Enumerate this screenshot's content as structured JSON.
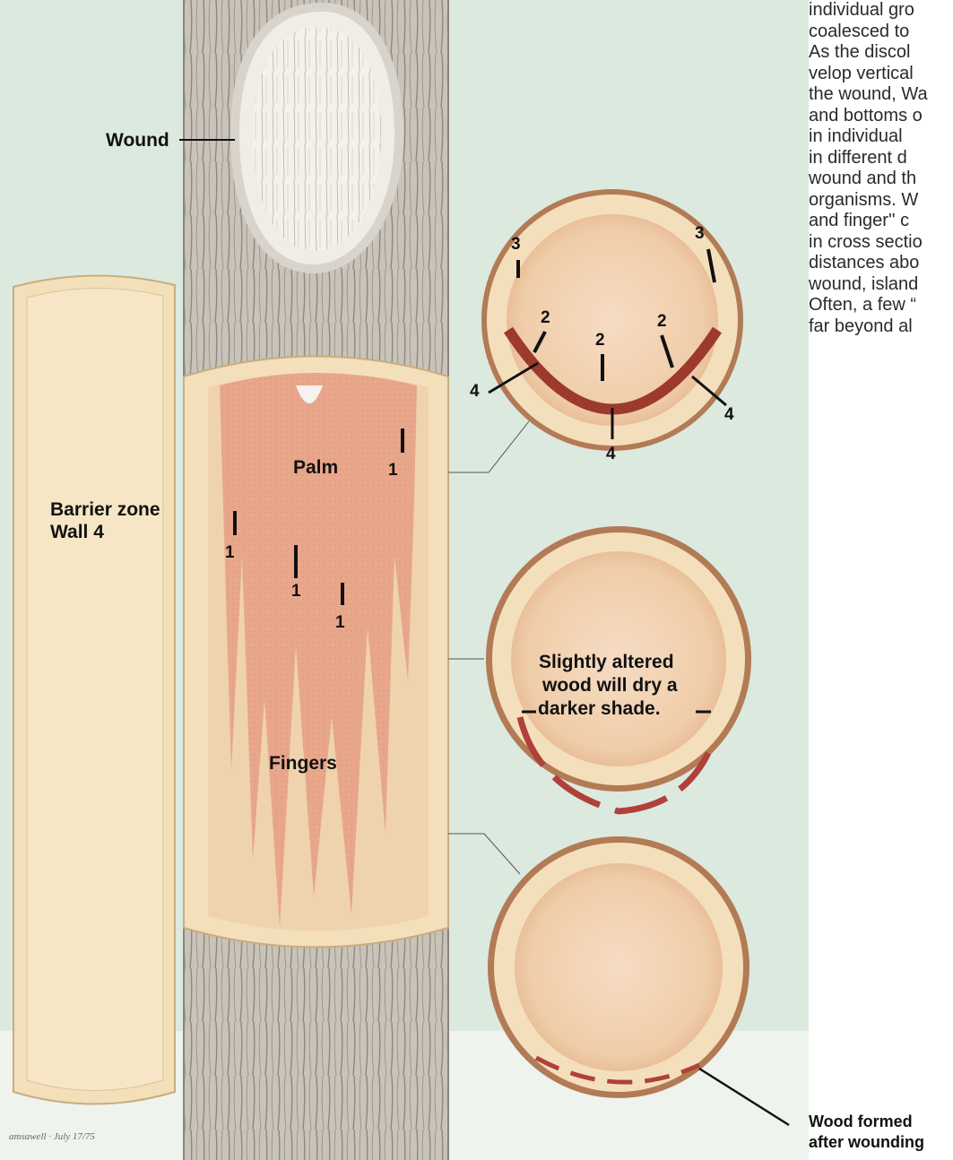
{
  "labels": {
    "wound": "Wound",
    "palm": "Palm",
    "fingers": "Fingers",
    "barrier_line1": "Barrier zone",
    "barrier_line2": "Wall 4",
    "slightly_line1": "Slightly altered",
    "slightly_line2": "wood will dry a",
    "slightly_line3": "darker shade.",
    "wall_1": "1",
    "wall_2": "2",
    "wall_3": "3",
    "wall_4": "4"
  },
  "text_column": [
    "individual gro",
    "coalesced to",
    "As the discol",
    "velop vertical",
    "the wound, Wa",
    "and bottoms o",
    "in individual",
    "in different d",
    "wound and th",
    "organisms. W",
    "and finger'' c",
    "in cross sectio",
    "distances abo",
    "wound, island",
    "Often, a few “",
    "far beyond al"
  ],
  "wood_formed": [
    "Wood formed",
    "after wounding"
  ],
  "signature": "amsawell · July 17/75",
  "colors": {
    "background": "#dce9df",
    "bark": "#c8c2b8",
    "sapwood": "#f1ddb9",
    "heartwood": "#f2c8a8",
    "discolor": "#c8503e",
    "dark_stain": "#8e2a22"
  }
}
